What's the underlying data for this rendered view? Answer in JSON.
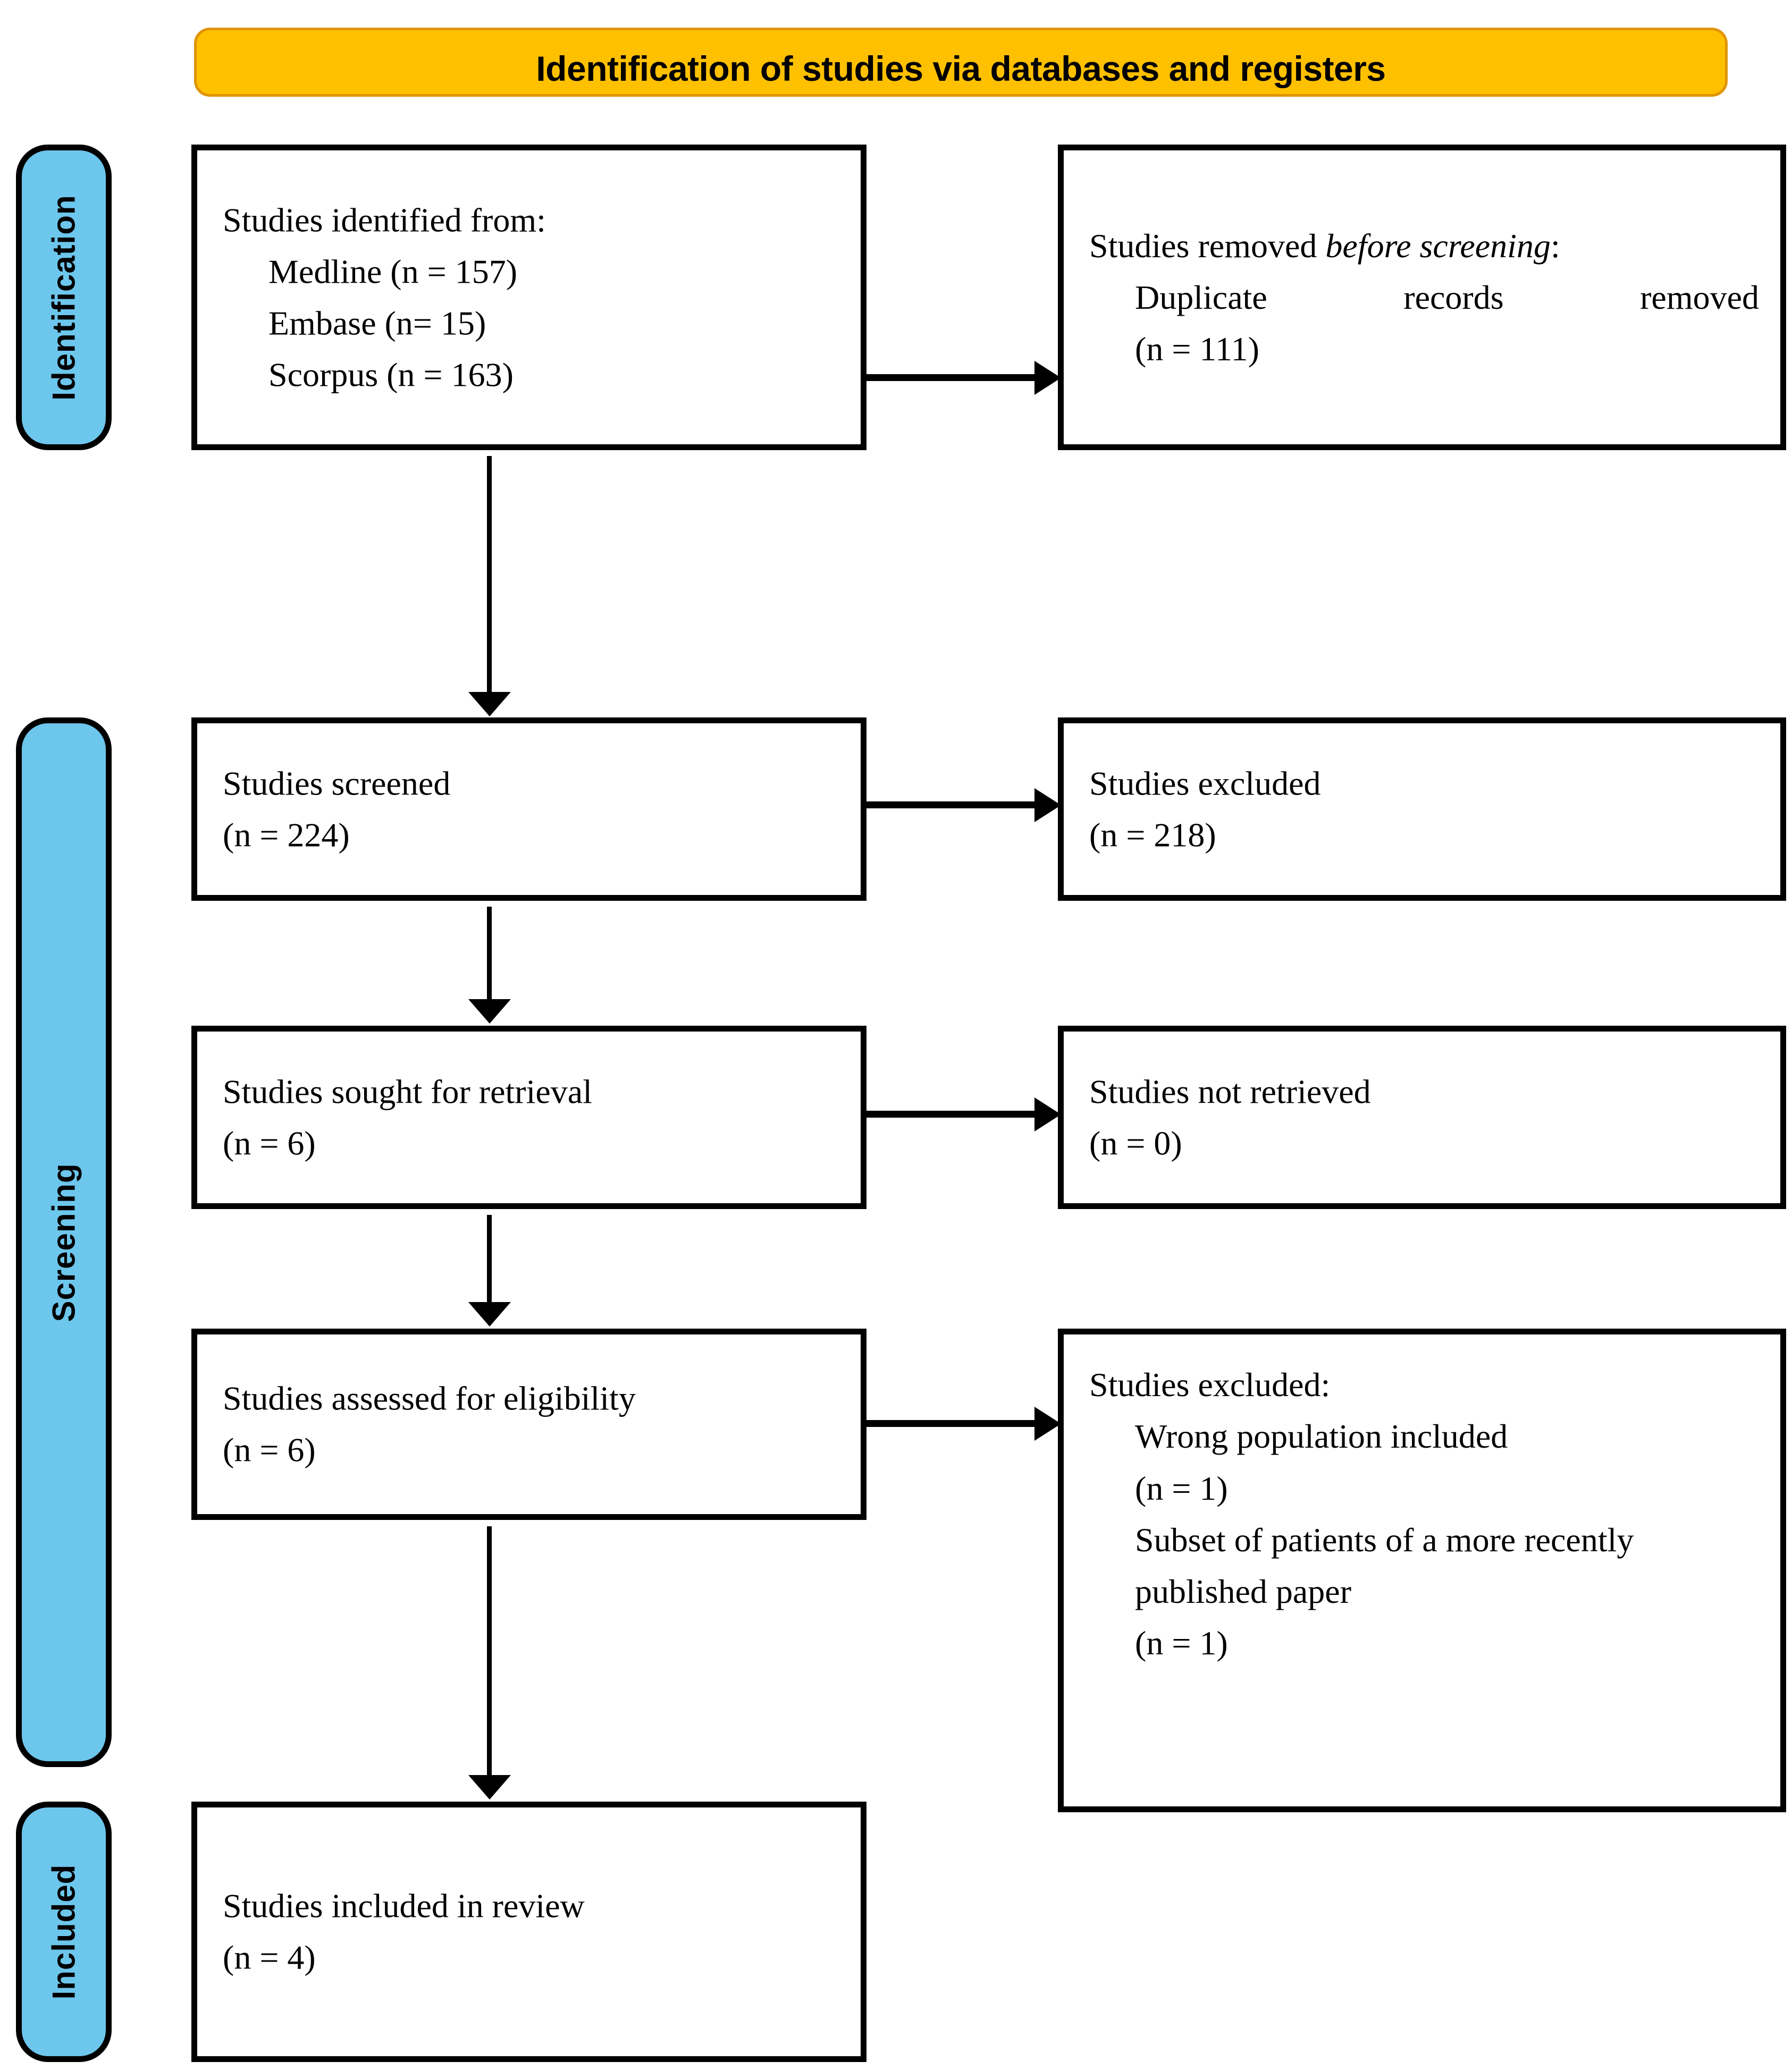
{
  "diagram": {
    "type": "prisma-flow-diagram",
    "banner": {
      "title": "Identification of studies via databases and registers",
      "fill_color": "#FFC000",
      "border_color": "#E09400"
    },
    "stages": [
      {
        "id": "identification",
        "label": "Identification",
        "fill_color": "#6DC6EC"
      },
      {
        "id": "screening",
        "label": "Screening",
        "fill_color": "#6DC6EC"
      },
      {
        "id": "included",
        "label": "Included",
        "fill_color": "#6DC6EC"
      }
    ],
    "boxes": {
      "identified": {
        "heading": "Studies identified from:",
        "item_1": "Medline (n = 157)",
        "item_2": "Embase (n= 15)",
        "item_3": "Scorpus (n = 163)"
      },
      "removed": {
        "heading_prefix": "Studies removed ",
        "heading_italic": "before screening",
        "heading_suffix": ":",
        "item_1": "Duplicate records removed",
        "count_1": "(n = 111)"
      },
      "screened": {
        "label": "Studies screened",
        "count": "(n = 224)"
      },
      "excluded_screening": {
        "label": "Studies excluded",
        "count": "(n = 218)"
      },
      "sought": {
        "label": "Studies sought for retrieval",
        "count": "(n = 6)"
      },
      "not_retrieved": {
        "label": "Studies not retrieved",
        "count": "(n = 0)"
      },
      "assessed": {
        "label": "Studies assessed for eligibility",
        "count": "(n = 6)"
      },
      "excluded_eligibility": {
        "heading": "Studies excluded:",
        "reason_1": "Wrong population included",
        "count_1": "(n = 1)",
        "reason_2": "Subset of patients of a more recently published paper",
        "count_2": "(n = 1)"
      },
      "included": {
        "label": "Studies included in review",
        "count": "(n = 4)"
      }
    }
  },
  "chart_data": {
    "type": "flow",
    "title": "Identification of studies via databases and registers",
    "nodes": [
      {
        "id": "identified",
        "stage": "Identification",
        "label": "Studies identified from:",
        "values": {
          "Medline": 157,
          "Embase": 15,
          "Scorpus": 163
        }
      },
      {
        "id": "removed",
        "stage": "Identification",
        "label": "Studies removed before screening: Duplicate records removed",
        "n": 111
      },
      {
        "id": "screened",
        "stage": "Screening",
        "label": "Studies screened",
        "n": 224
      },
      {
        "id": "excluded_screening",
        "stage": "Screening",
        "label": "Studies excluded",
        "n": 218
      },
      {
        "id": "sought",
        "stage": "Screening",
        "label": "Studies sought for retrieval",
        "n": 6
      },
      {
        "id": "not_retrieved",
        "stage": "Screening",
        "label": "Studies not retrieved",
        "n": 0
      },
      {
        "id": "assessed",
        "stage": "Screening",
        "label": "Studies assessed for eligibility",
        "n": 6
      },
      {
        "id": "excluded_eligibility",
        "stage": "Screening",
        "label": "Studies excluded",
        "reasons": [
          {
            "reason": "Wrong population included",
            "n": 1
          },
          {
            "reason": "Subset of patients of a more recently published paper",
            "n": 1
          }
        ]
      },
      {
        "id": "included",
        "stage": "Included",
        "label": "Studies included in review",
        "n": 4
      }
    ],
    "edges": [
      {
        "from": "identified",
        "to": "removed",
        "direction": "right"
      },
      {
        "from": "identified",
        "to": "screened",
        "direction": "down"
      },
      {
        "from": "screened",
        "to": "excluded_screening",
        "direction": "right"
      },
      {
        "from": "screened",
        "to": "sought",
        "direction": "down"
      },
      {
        "from": "sought",
        "to": "not_retrieved",
        "direction": "right"
      },
      {
        "from": "sought",
        "to": "assessed",
        "direction": "down"
      },
      {
        "from": "assessed",
        "to": "excluded_eligibility",
        "direction": "right"
      },
      {
        "from": "assessed",
        "to": "included",
        "direction": "down"
      }
    ]
  }
}
